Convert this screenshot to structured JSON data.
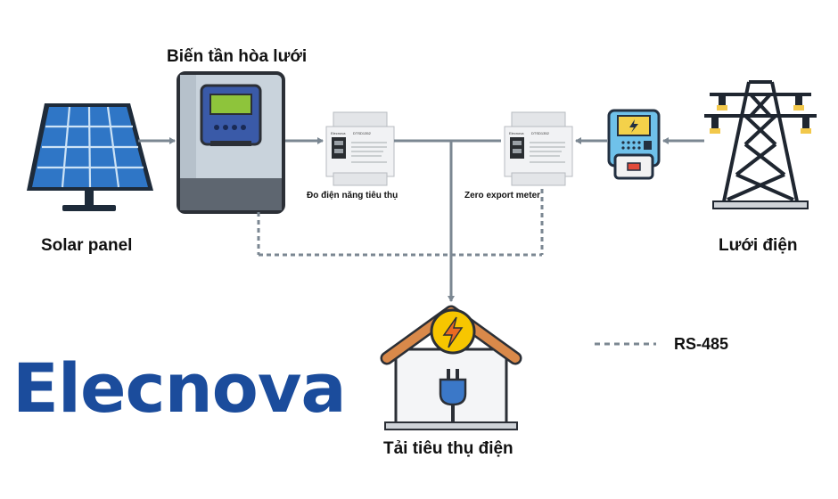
{
  "labels": {
    "inverter": "Biến tần hòa lưới",
    "solar": "Solar panel",
    "consumption_meter": "Đo điện năng tiêu thụ",
    "zero_export_meter": "Zero export meter",
    "grid": "Lưới điện",
    "load": "Tải tiêu thụ điện",
    "legend_rs485": "RS-485"
  },
  "meter_text": {
    "brand": "Elecnova",
    "model": "DTSD1352"
  },
  "brand": "Elecnova",
  "colors": {
    "connector": "#7b8792",
    "brand_blue": "#1b4c9c",
    "solar_cell": "#2f76c6",
    "inverter_body": "#c9d3dc",
    "inverter_screen": "#8ec43b",
    "load_bolt_circle": "#f7c600",
    "roof": "#d9894a",
    "plug": "#3b78c8"
  }
}
